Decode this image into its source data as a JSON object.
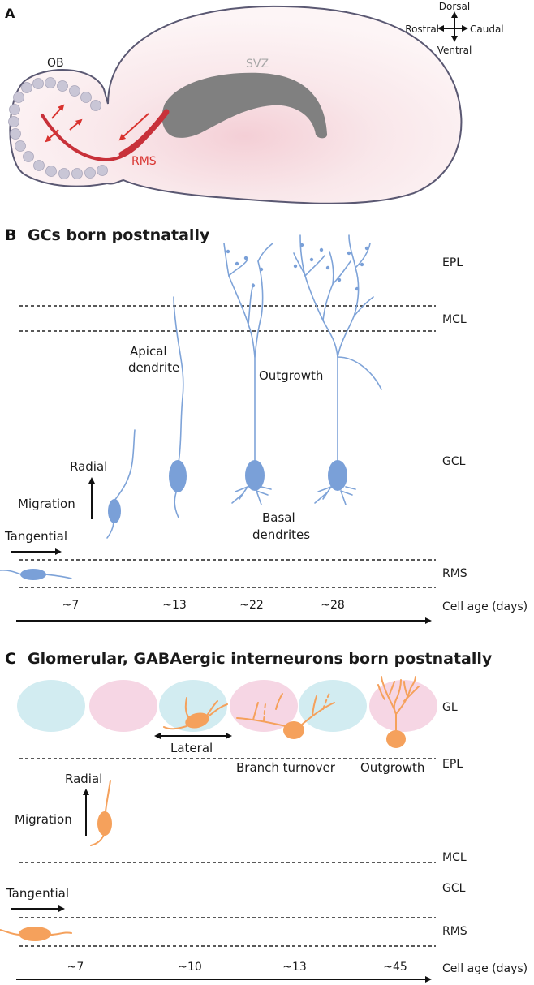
{
  "panelA": {
    "letter": "A",
    "ob": "OB",
    "svz": "SVZ",
    "rms": "RMS",
    "compass": {
      "dorsal": "Dorsal",
      "ventral": "Ventral",
      "rostral": "Rostral",
      "caudal": "Caudal"
    }
  },
  "panelB": {
    "letter": "B",
    "title": "GCs born postnatally",
    "layers": [
      "EPL",
      "MCL",
      "GCL",
      "RMS"
    ],
    "labels": {
      "apical_1": "Apical",
      "apical_2": "dendrite",
      "outgrowth": "Outgrowth",
      "radial": "Radial",
      "migration": "Migration",
      "tangential": "Tangential",
      "basal_1": "Basal",
      "basal_2": "dendrites"
    },
    "ages": [
      "~7",
      "~13",
      "~22",
      "~28"
    ],
    "age_axis": "Cell age (days)"
  },
  "panelC": {
    "letter": "C",
    "title": "Glomerular, GABAergic interneurons born postnatally",
    "layers": [
      "GL",
      "EPL",
      "MCL",
      "GCL",
      "RMS"
    ],
    "labels": {
      "lateral": "Lateral",
      "branch_turnover": "Branch turnover",
      "outgrowth": "Outgrowth",
      "radial": "Radial",
      "migration": "Migration",
      "tangential": "Tangential"
    },
    "ages": [
      "~7",
      "~10",
      "~13",
      "~45"
    ],
    "age_axis": "Cell age (days)"
  },
  "colors": {
    "gc_blue": "#7aa0d8",
    "interneuron_orange": "#f5a15c",
    "rms_red": "#c8313a",
    "svz_gray": "#808080",
    "glomerulus_blue": "#d2ecf1",
    "glomerulus_pink": "#f6d6e4"
  }
}
